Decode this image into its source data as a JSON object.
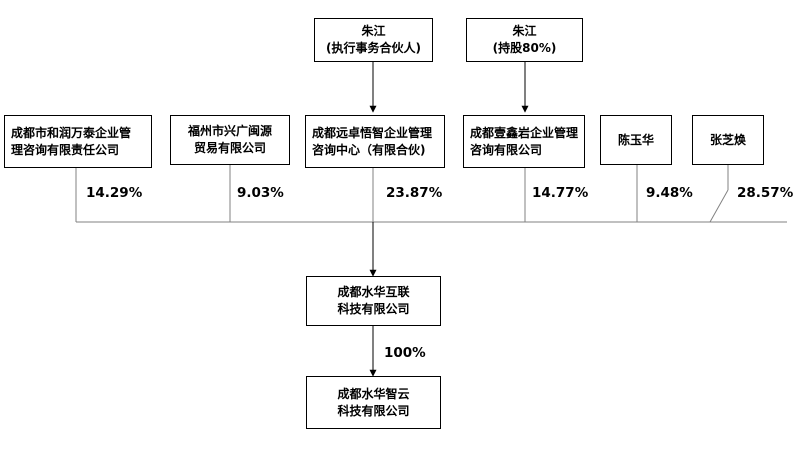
{
  "controllers": [
    {
      "name": "朱江",
      "role": "(执行事务合伙人)"
    },
    {
      "name": "朱江",
      "role": "(持股80%)"
    }
  ],
  "shareholders": [
    {
      "lines": [
        "成都市和润万泰企业管",
        "理咨询有限责任公司"
      ],
      "pct": "14.29%"
    },
    {
      "lines": [
        "福州市兴广闽源",
        "贸易有限公司"
      ],
      "pct": "9.03%"
    },
    {
      "lines": [
        "成都远卓悟智企业管理",
        "咨询中心（有限合伙)"
      ],
      "pct": "23.87%"
    },
    {
      "lines": [
        "成都壹鑫岩企业管理",
        "咨询有限公司"
      ],
      "pct": "14.77%"
    },
    {
      "lines": [
        "陈玉华"
      ],
      "pct": "9.48%"
    },
    {
      "lines": [
        "张芝焕"
      ],
      "pct": "28.57%"
    }
  ],
  "parent": {
    "lines": [
      "成都水华互联",
      "科技有限公司"
    ]
  },
  "subsidiary": {
    "lines": [
      "成都水华智云",
      "科技有限公司"
    ],
    "pct": "100%"
  }
}
